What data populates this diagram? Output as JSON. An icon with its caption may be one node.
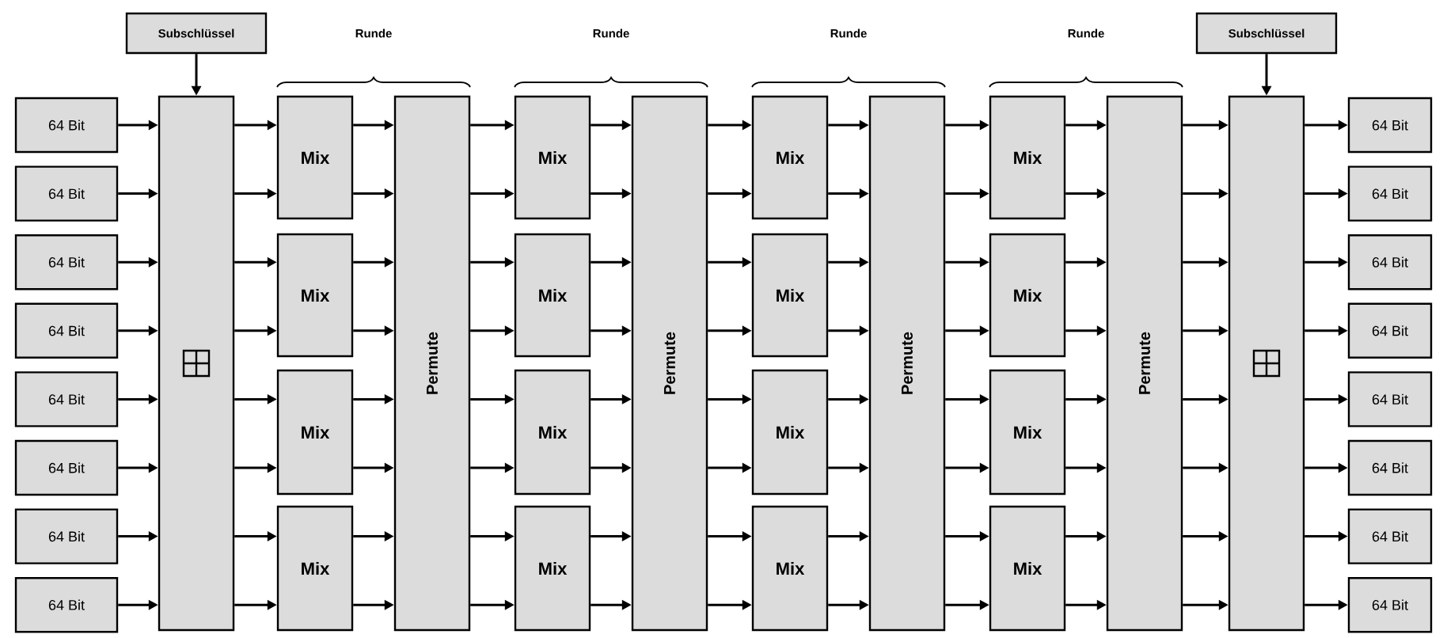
{
  "diagram": {
    "nodes": [
      {
        "text": [
          "Subschlüssel"
        ]
      },
      {
        "text": [
          "Subschlüssel"
        ]
      },
      {
        "text": [
          "64 Bit"
        ]
      },
      {
        "text": [
          "64 Bit"
        ]
      },
      {
        "text": [
          "64 Bit"
        ]
      },
      {
        "text": [
          "64 Bit"
        ]
      },
      {
        "text": [
          "64 Bit"
        ]
      },
      {
        "text": [
          "64 Bit"
        ]
      },
      {
        "text": [
          "64 Bit"
        ]
      },
      {
        "text": [
          "64 Bit"
        ]
      },
      {
        "text": [],
        "shape": "box"
      },
      {
        "text": [
          "Mix"
        ]
      },
      {
        "text": [
          "Mix"
        ]
      },
      {
        "text": [
          "Mix"
        ]
      },
      {
        "text": [
          "Mix"
        ]
      },
      {
        "text": [
          "Permute"
        ]
      },
      {
        "text": [
          "Mix"
        ]
      },
      {
        "text": [
          "Mix"
        ]
      },
      {
        "text": [
          "Mix"
        ]
      },
      {
        "text": [
          "Mix"
        ]
      },
      {
        "text": [
          "Permute"
        ]
      },
      {
        "text": [
          "Mix"
        ]
      },
      {
        "text": [
          "Mix"
        ]
      },
      {
        "text": [
          "Mix"
        ]
      },
      {
        "text": [
          "Mix"
        ]
      },
      {
        "text": [
          "Permute"
        ]
      },
      {
        "text": [
          "Mix"
        ]
      },
      {
        "text": [
          "Mix"
        ]
      },
      {
        "text": [
          "Mix"
        ]
      },
      {
        "text": [
          "Mix"
        ]
      },
      {
        "text": [
          "Permute"
        ]
      },
      {
        "text": [],
        "shape": "box"
      },
      {
        "text": [
          "64 Bit"
        ]
      },
      {
        "text": [
          "64 Bit"
        ]
      },
      {
        "text": [
          "64 Bit"
        ]
      },
      {
        "text": [
          "64 Bit"
        ]
      },
      {
        "text": [
          "64 Bit"
        ]
      },
      {
        "text": [
          "64 Bit"
        ]
      },
      {
        "text": [
          "64 Bit"
        ]
      },
      {
        "text": [
          "64 Bit"
        ]
      }
    ],
    "edges": [
      {
        "from": 0,
        "to": 10,
        "arrow": "to"
      },
      {
        "from": 1,
        "to": 31,
        "arrow": "to"
      },
      {
        "from": 2,
        "to": 10,
        "arrow": "to"
      },
      {
        "from": 3,
        "to": 10,
        "arrow": "to"
      },
      {
        "from": 4,
        "to": 10,
        "arrow": "to"
      },
      {
        "from": 5,
        "to": 10,
        "arrow": "to"
      },
      {
        "from": 6,
        "to": 10,
        "arrow": "to"
      },
      {
        "from": 7,
        "to": 10,
        "arrow": "to"
      },
      {
        "from": 8,
        "to": 10,
        "arrow": "to"
      },
      {
        "from": 9,
        "to": 10,
        "arrow": "to"
      },
      {
        "from": 10,
        "to": 11,
        "arrow": "to"
      },
      {
        "from": 10,
        "to": 11,
        "arrow": "to"
      },
      {
        "from": 10,
        "to": 12,
        "arrow": "to"
      },
      {
        "from": 10,
        "to": 12,
        "arrow": "to"
      },
      {
        "from": 10,
        "to": 13,
        "arrow": "to"
      },
      {
        "from": 10,
        "to": 13,
        "arrow": "to"
      },
      {
        "from": 10,
        "to": 14,
        "arrow": "to"
      },
      {
        "from": 10,
        "to": 14,
        "arrow": "to"
      },
      {
        "from": 11,
        "to": 15,
        "arrow": "to"
      },
      {
        "from": 11,
        "to": 15,
        "arrow": "to"
      },
      {
        "from": 12,
        "to": 15,
        "arrow": "to"
      },
      {
        "from": 12,
        "to": 15,
        "arrow": "to"
      },
      {
        "from": 13,
        "to": 15,
        "arrow": "to"
      },
      {
        "from": 13,
        "to": 15,
        "arrow": "to"
      },
      {
        "from": 14,
        "to": 15,
        "arrow": "to"
      },
      {
        "from": 14,
        "to": 15,
        "arrow": "to"
      },
      {
        "from": 15,
        "to": 16,
        "arrow": "to"
      },
      {
        "from": 15,
        "to": 16,
        "arrow": "to"
      },
      {
        "from": 15,
        "to": 17,
        "arrow": "to"
      },
      {
        "from": 15,
        "to": 17,
        "arrow": "to"
      },
      {
        "from": 15,
        "to": 18,
        "arrow": "to"
      },
      {
        "from": 15,
        "to": 18,
        "arrow": "to"
      },
      {
        "from": 15,
        "to": 19,
        "arrow": "to"
      },
      {
        "from": 15,
        "to": 19,
        "arrow": "to"
      },
      {
        "from": 16,
        "to": 20,
        "arrow": "to"
      },
      {
        "from": 16,
        "to": 20,
        "arrow": "to"
      },
      {
        "from": 17,
        "to": 20,
        "arrow": "to"
      },
      {
        "from": 17,
        "to": 20,
        "arrow": "to"
      },
      {
        "from": 18,
        "to": 20,
        "arrow": "to"
      },
      {
        "from": 18,
        "to": 20,
        "arrow": "to"
      },
      {
        "from": 19,
        "to": 20,
        "arrow": "to"
      },
      {
        "from": 19,
        "to": 20,
        "arrow": "to"
      },
      {
        "from": 20,
        "to": 21,
        "arrow": "to"
      },
      {
        "from": 20,
        "to": 21,
        "arrow": "to"
      },
      {
        "from": 20,
        "to": 22,
        "arrow": "to"
      },
      {
        "from": 20,
        "to": 22,
        "arrow": "to"
      },
      {
        "from": 20,
        "to": 23,
        "arrow": "to"
      },
      {
        "from": 20,
        "to": 23,
        "arrow": "to"
      },
      {
        "from": 20,
        "to": 24,
        "arrow": "to"
      },
      {
        "from": 20,
        "to": 24,
        "arrow": "to"
      },
      {
        "from": 21,
        "to": 25,
        "arrow": "to"
      },
      {
        "from": 21,
        "to": 25,
        "arrow": "to"
      },
      {
        "from": 22,
        "to": 25,
        "arrow": "to"
      },
      {
        "from": 22,
        "to": 25,
        "arrow": "to"
      },
      {
        "from": 23,
        "to": 25,
        "arrow": "to"
      },
      {
        "from": 23,
        "to": 25,
        "arrow": "to"
      },
      {
        "from": 24,
        "to": 25,
        "arrow": "to"
      },
      {
        "from": 24,
        "to": 25,
        "arrow": "to"
      },
      {
        "from": 25,
        "to": 26,
        "arrow": "to"
      },
      {
        "from": 25,
        "to": 26,
        "arrow": "to"
      },
      {
        "from": 25,
        "to": 27,
        "arrow": "to"
      },
      {
        "from": 25,
        "to": 27,
        "arrow": "to"
      },
      {
        "from": 25,
        "to": 28,
        "arrow": "to"
      },
      {
        "from": 25,
        "to": 28,
        "arrow": "to"
      },
      {
        "from": 25,
        "to": 29,
        "arrow": "to"
      },
      {
        "from": 25,
        "to": 29,
        "arrow": "to"
      },
      {
        "from": 26,
        "to": 30,
        "arrow": "to"
      },
      {
        "from": 26,
        "to": 30,
        "arrow": "to"
      },
      {
        "from": 27,
        "to": 30,
        "arrow": "to"
      },
      {
        "from": 27,
        "to": 30,
        "arrow": "to"
      },
      {
        "from": 28,
        "to": 30,
        "arrow": "to"
      },
      {
        "from": 28,
        "to": 30,
        "arrow": "to"
      },
      {
        "from": 29,
        "to": 30,
        "arrow": "to"
      },
      {
        "from": 29,
        "to": 30,
        "arrow": "to"
      },
      {
        "from": 30,
        "to": 31,
        "arrow": "to"
      },
      {
        "from": 30,
        "to": 31,
        "arrow": "to"
      },
      {
        "from": 30,
        "to": 31,
        "arrow": "to"
      },
      {
        "from": 30,
        "to": 31,
        "arrow": "to"
      },
      {
        "from": 30,
        "to": 31,
        "arrow": "to"
      },
      {
        "from": 30,
        "to": 31,
        "arrow": "to"
      },
      {
        "from": 30,
        "to": 31,
        "arrow": "to"
      },
      {
        "from": 30,
        "to": 31,
        "arrow": "to"
      },
      {
        "from": 31,
        "to": 32,
        "arrow": "to"
      },
      {
        "from": 31,
        "to": 33,
        "arrow": "to"
      },
      {
        "from": 31,
        "to": 34,
        "arrow": "to"
      },
      {
        "from": 31,
        "to": 35,
        "arrow": "to"
      },
      {
        "from": 31,
        "to": 36,
        "arrow": "to"
      },
      {
        "from": 31,
        "to": 37,
        "arrow": "to"
      },
      {
        "from": 31,
        "to": 38,
        "arrow": "to"
      },
      {
        "from": 31,
        "to": 39,
        "arrow": "to"
      }
    ],
    "labels": [
      "Runde",
      "Runde",
      "Runde",
      "Runde"
    ]
  }
}
